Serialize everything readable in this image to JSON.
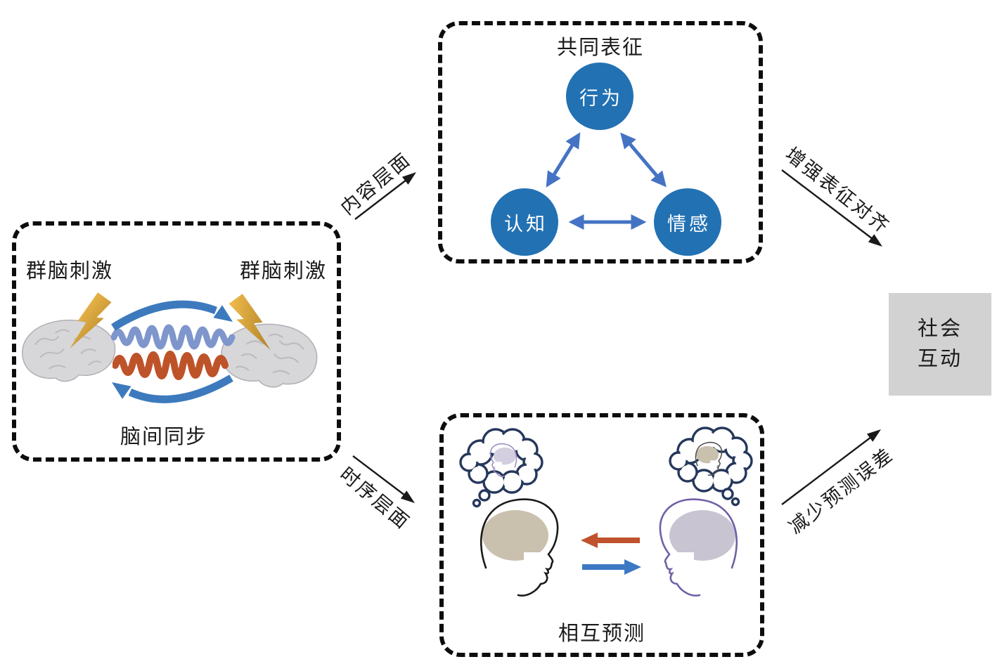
{
  "colors": {
    "circle_blue": "#2271B3",
    "arrow_blue": "#4573C4",
    "wave_blue": "#7E96CC",
    "wave_red": "#BE5329",
    "curve_arrow_blue": "#3D7ABD",
    "bolt_light": "#F5C04F",
    "bolt_dark": "#AF8128",
    "brain_gray": "#D7D7DA",
    "bubble_stroke": "#25375B",
    "head_left_stroke": "#1A1A1A",
    "head_left_brain": "#C9C0AE",
    "head_right_stroke": "#7160A6",
    "head_right_brain": "#C8C4D2",
    "red_arrow": "#C0522D",
    "blue_arrow": "#3C78C3",
    "gray_box_bg": "#D2D2D2"
  },
  "left_box": {
    "stim_left": "群脑刺激",
    "stim_right": "群脑刺激",
    "title": "脑间同步"
  },
  "top_box": {
    "title": "共同表征",
    "node_behavior": "行为",
    "node_cognition": "认知",
    "node_emotion": "情感"
  },
  "bottom_box": {
    "title": "相互预测"
  },
  "social_box": {
    "line1": "社会",
    "line2": "互动"
  },
  "edges": {
    "content_level": "内容层面",
    "temporal_level": "时序层面",
    "enhance_alignment": "增强表征对齐",
    "reduce_error": "减少预测误差"
  }
}
